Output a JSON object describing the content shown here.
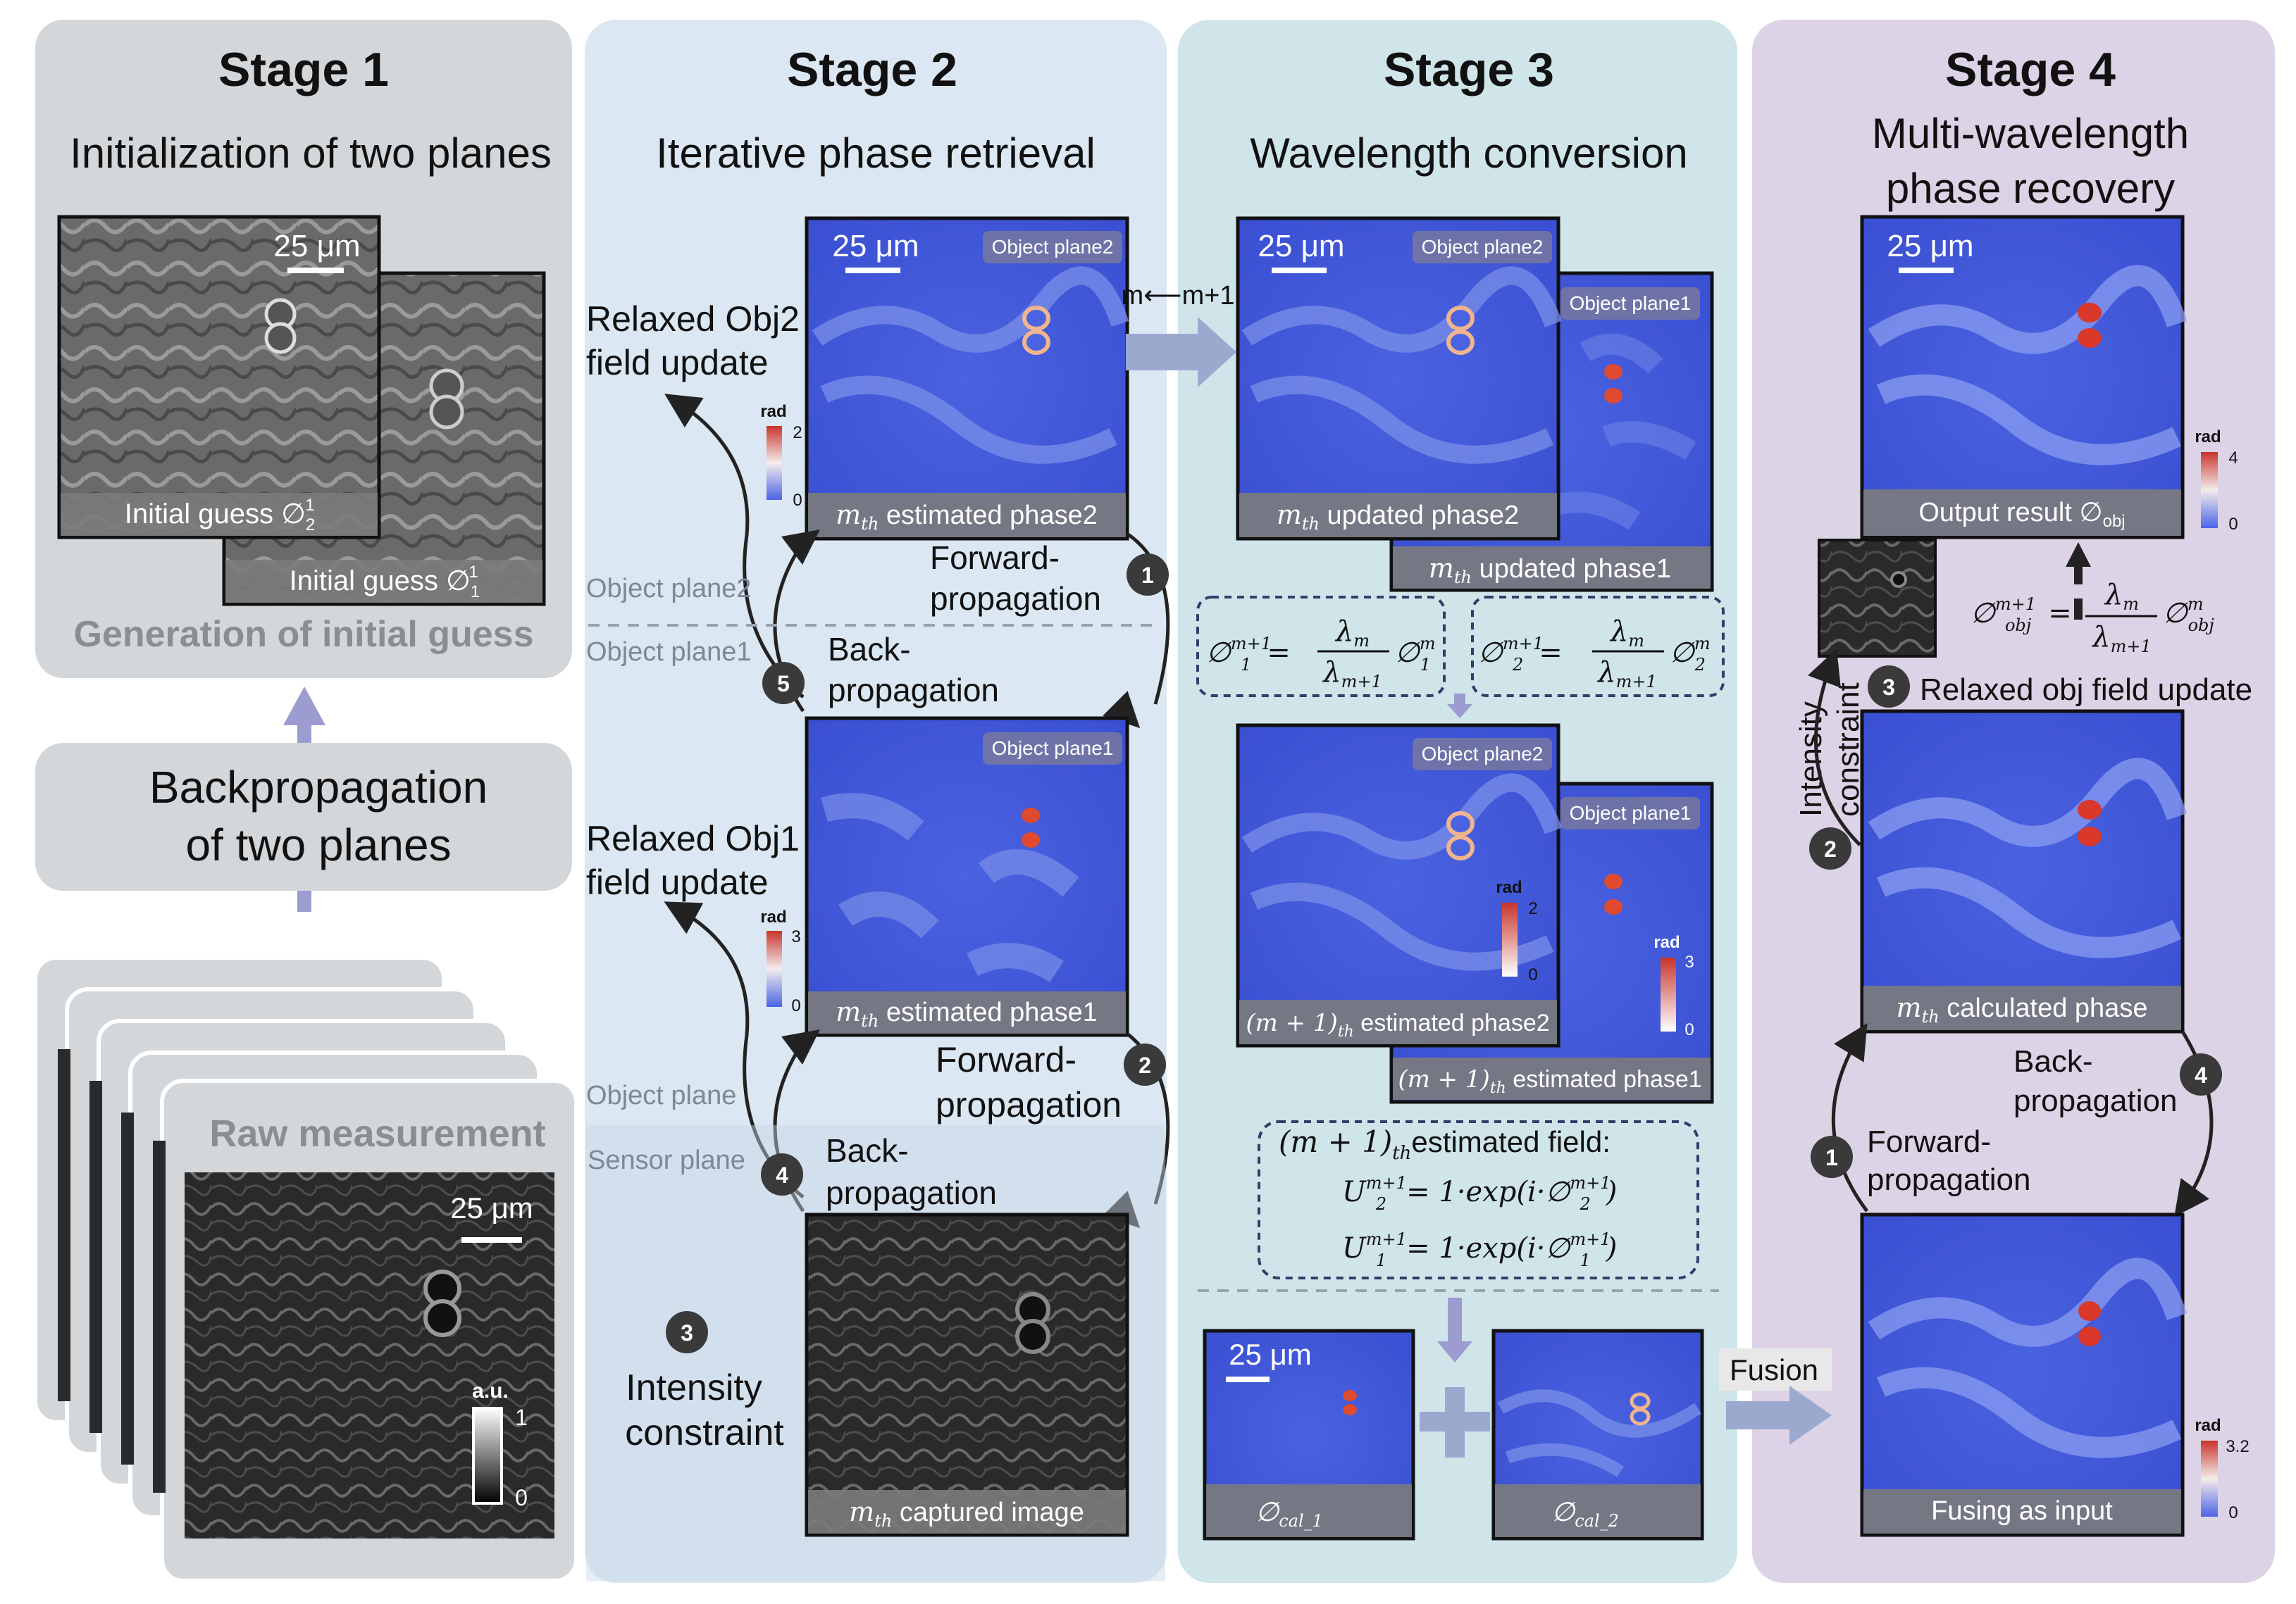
{
  "stage1": {
    "title": "Stage 1",
    "subtitle": "Initialization of two planes",
    "scalebar": "25 μm",
    "guess2": "Initial guess ∅",
    "guess2_sup": "1",
    "guess2_sub": "2",
    "guess1": "Initial guess ∅",
    "guess1_sup": "1",
    "guess1_sub": "1",
    "footer": "Generation of initial guess",
    "backprop_line1": "Backpropagation",
    "backprop_line2": "of two planes",
    "raw_label": "Raw measurement",
    "raw_scalebar": "25 μm",
    "raw_cbar_unit": "a.u.",
    "raw_cbar_max": "1",
    "raw_cbar_min": "0"
  },
  "stage2": {
    "title": "Stage 2",
    "subtitle": "Iterative phase retrieval",
    "scalebar": "25 μm",
    "obj2_tag": "Object plane2",
    "obj1_tag": "Object plane1",
    "phase2_caption_sub": "th",
    "phase2_caption": " estimated phase2",
    "phase1_caption": " estimated phase1",
    "captured_caption": " captured image",
    "m_letter": "m",
    "relaxed2_line1": "Relaxed Obj2",
    "relaxed2_line2": "field update",
    "relaxed1_line1": "Relaxed Obj1",
    "relaxed1_line2": "field update",
    "cbar2_unit": "rad",
    "cbar2_max": "2",
    "cbar2_min": "0",
    "cbar1_unit": "rad",
    "cbar1_max": "3",
    "cbar1_min": "0",
    "fwd1_line1": "Forward-",
    "fwd1_line2": "propagation",
    "back5_line1": "Back-",
    "back5_line2": "propagation",
    "fwd2_line1": "Forward-",
    "fwd2_line2": "propagation",
    "back4_line1": "Back-",
    "back4_line2": "propagation",
    "plane_obj2": "Object plane2",
    "plane_obj1": "Object plane1",
    "plane_obj": "Object plane",
    "plane_sensor": "Sensor plane",
    "intensity_line1": "Intensity",
    "intensity_line2": "constraint",
    "step1": "1",
    "step2": "2",
    "step3": "3",
    "step4": "4",
    "step5": "5",
    "iter_label": "m⟵m+1"
  },
  "stage3": {
    "title": "Stage 3",
    "subtitle": "Wavelength conversion",
    "scalebar": "25 μm",
    "obj2_tag": "Object plane2",
    "obj1_tag": "Object plane1",
    "upd_phase2": " updated phase2",
    "upd_phase1": " updated phase1",
    "est_phase2": " estimated phase2",
    "est_phase1": " estimated phase1",
    "mplus1": "(m + 1)",
    "eq1_lhs": "∅",
    "eq1_lambda_num": "λ",
    "eq1_lambda_num_sub": "m",
    "eq1_lambda_den_sub": "m+1",
    "cbar2_unit": "rad",
    "cbar2_max": "2",
    "cbar2_min": "0",
    "cbar1_unit": "rad",
    "cbar1_max": "3",
    "cbar1_min": "0",
    "field_title": "estimated field:",
    "u2_rhs": "= 1·exp(i·∅",
    "u1_rhs": "= 1·exp(i·∅",
    "cal1": "∅",
    "cal1_sub": "cal_1",
    "cal2_sub": "cal_2",
    "cal_scalebar": "25 μm",
    "fusion": "Fusion"
  },
  "stage4": {
    "title": "Stage 4",
    "subtitle_line1": "Multi-wavelength",
    "subtitle_line2": "phase recovery",
    "scalebar": "25 μm",
    "output_caption": "Output result ∅",
    "output_sub": "obj",
    "cbar_out_unit": "rad",
    "cbar_out_max": "4",
    "cbar_out_min": "0",
    "relaxed_label": "Relaxed obj field update",
    "intensity_line1": "Intensity",
    "intensity_line2": "constraint",
    "calc_caption": " calculated phase",
    "back_line1": "Back-",
    "back_line2": "propagation",
    "fwd_line1": "Forward-",
    "fwd_line2": "propagation",
    "fusing_caption": "Fusing as input",
    "cbar_in_unit": "rad",
    "cbar_in_max": "3.2",
    "cbar_in_min": "0",
    "step1": "1",
    "step2": "2",
    "step3": "3",
    "step4": "4"
  },
  "colors": {
    "stage1_bg": "#d3d7da",
    "stage2_bg": "#dbe7f2",
    "stage3_bg": "#cfe5ea",
    "stage4_bg": "#ddd3e6",
    "phase_blue": "#3d52d5",
    "arrow_purple": "#9c9cd0",
    "step_circle": "#3a3a3a",
    "dashed_box": "#2f3f6a"
  }
}
